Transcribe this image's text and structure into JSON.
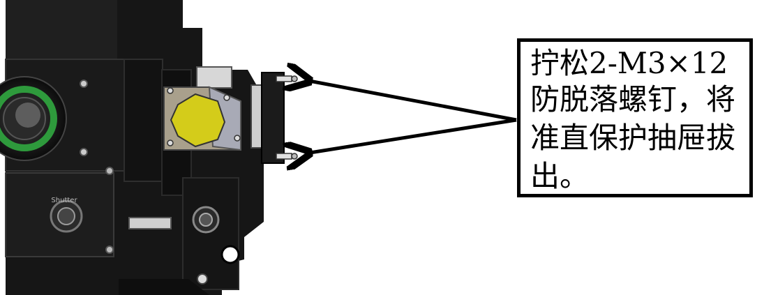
{
  "callout": {
    "lines": [
      "拧松2-M3×12",
      "防脱落螺钉，将",
      "准直保护抽屉拔",
      "出。"
    ]
  },
  "device": {
    "panel_label": "Shutter"
  },
  "colors": {
    "housing": "#141414",
    "housing_edge": "#2b2b2b",
    "green_ring": "#2e9a3c",
    "yellow_cap": "#d4cc1a",
    "silver_plate": "#a8aab6",
    "arrow": "#000000"
  },
  "icons": [
    "screw-icon",
    "arrow-icon",
    "connector-icon",
    "lens-icon"
  ]
}
